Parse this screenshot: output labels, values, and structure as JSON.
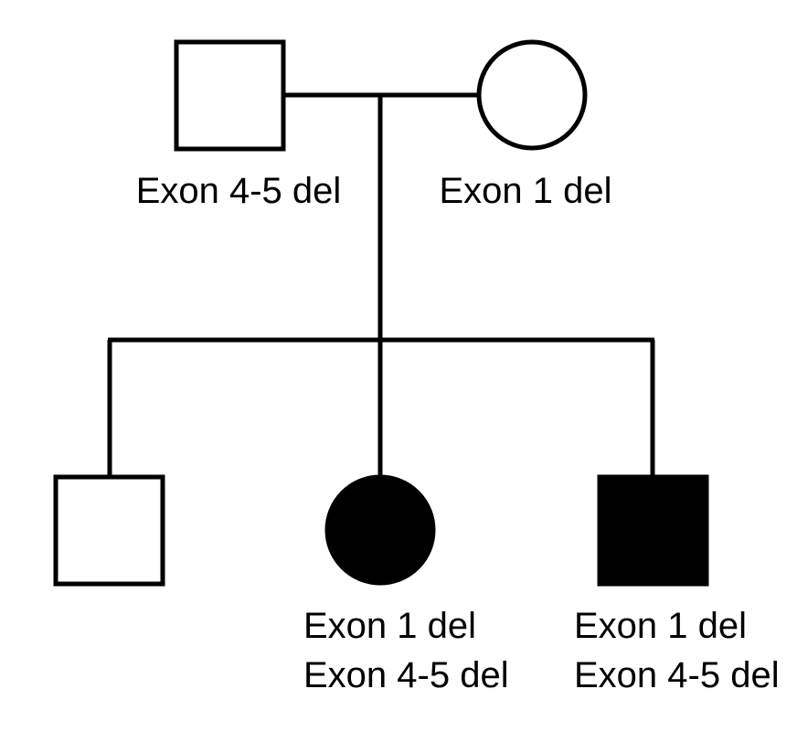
{
  "pedigree": {
    "father": {
      "sex": "male",
      "affected": false,
      "genotype": "Exon 4-5 del"
    },
    "mother": {
      "sex": "female",
      "affected": false,
      "genotype": "Exon 1 del"
    },
    "children": [
      {
        "sex": "male",
        "affected": false,
        "genotype_lines": []
      },
      {
        "sex": "female",
        "affected": true,
        "genotype_lines": [
          "Exon 1 del",
          "Exon 4-5 del"
        ]
      },
      {
        "sex": "male",
        "affected": true,
        "genotype_lines": [
          "Exon 1 del",
          "Exon 4-5 del"
        ]
      }
    ]
  },
  "colors": {
    "line": "#000000",
    "affected_fill": "#000000",
    "unaffected_fill": "#ffffff"
  }
}
